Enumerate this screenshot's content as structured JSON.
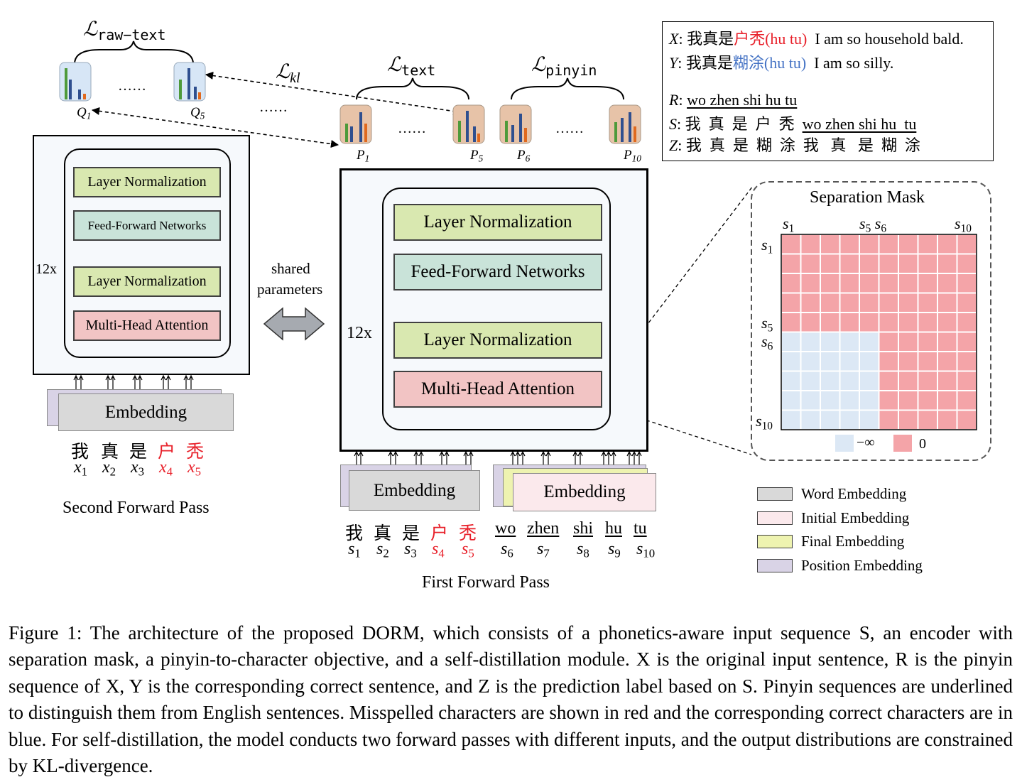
{
  "losses": {
    "raw_text": "raw−text",
    "text": "text",
    "pinyin": "pinyin",
    "kl": "kl",
    "L": "ℒ"
  },
  "dists": {
    "q1": "Q",
    "q1_sub": "1",
    "q5": "Q",
    "q5_sub": "5",
    "p1": "P",
    "p1_sub": "1",
    "p5": "P",
    "p5_sub": "5",
    "p6": "P",
    "p6_sub": "6",
    "p10": "P",
    "p10_sub": "10",
    "ellipsis": "……"
  },
  "second_pass": {
    "layers": [
      "Layer Normalization",
      "Feed-Forward Networks",
      "Layer Normalization",
      "Multi-Head Attention"
    ],
    "repeat": "12x",
    "embedding": "Embedding",
    "chars": [
      "我",
      "真",
      "是",
      "户",
      "秃"
    ],
    "subs": [
      "1",
      "2",
      "3",
      "4",
      "5"
    ],
    "var": "x",
    "title": "Second Forward Pass"
  },
  "shared": {
    "line1": "shared",
    "line2": "parameters"
  },
  "first_pass": {
    "layers": [
      "Layer Normalization",
      "Feed-Forward Networks",
      "Layer Normalization",
      "Multi-Head Attention"
    ],
    "repeat": "12x",
    "embedding_left": "Embedding",
    "embedding_right": "Embedding",
    "chars": [
      "我",
      "真",
      "是",
      "户",
      "秃"
    ],
    "pinyin": [
      "wo",
      "zhen",
      "shi",
      "hu",
      "tu"
    ],
    "subs": [
      "1",
      "2",
      "3",
      "4",
      "5",
      "6",
      "7",
      "8",
      "9",
      "10"
    ],
    "var": "s",
    "title": "First Forward Pass"
  },
  "example": {
    "x_label": "X",
    "x_text_a": ": 我真是",
    "x_text_red": "户秃(hu tu)",
    "x_text_b": "  I am so household bald.",
    "y_label": "Y",
    "y_text_a": ": 我真是",
    "y_text_blue": "糊涂(hu tu)",
    "y_text_b": "  I am so silly.",
    "r_label": "R",
    "r_sep": ": ",
    "r_text": "wo zhen shi hu tu",
    "s_label": "S",
    "s_text_a": ": 我  真  是  户  秃  ",
    "s_text_pinyin": "wo zhen shi hu  tu",
    "z_label": "Z",
    "z_text": ": 我  真  是  糊  涂  我   真   是  糊  涂"
  },
  "mask": {
    "title": "Separation Mask",
    "top_labels": [
      "s1",
      "s5 s6",
      "s10"
    ],
    "left_labels": [
      "s1",
      "s5",
      "s6",
      "s10"
    ],
    "legend_neg": "−∞",
    "legend_zero": "0",
    "color_neg": "#dce8f5",
    "color_zero": "#f4a4a8"
  },
  "legend": [
    {
      "label": "Word Embedding",
      "color": "#d9d9d9"
    },
    {
      "label": "Initial Embedding",
      "color": "#fbe9ec"
    },
    {
      "label": "Final Embedding",
      "color": "#eef3b0"
    },
    {
      "label": "Position Embedding",
      "color": "#d9d3e6"
    }
  ],
  "caption": "Figure 1: The architecture of the proposed DORM, which consists of a phonetics-aware input sequence S, an encoder with separation mask, a pinyin-to-character objective, and a self-distillation module. X is the original input sentence, R is the pinyin sequence of X, Y is the corresponding correct sentence, and Z is the prediction label based on S. Pinyin sequences are underlined to distinguish them from English sentences. Misspelled characters are shown in red and the corresponding correct characters are in blue. For self-distillation, the model conducts two forward passes with different inputs, and the output distributions are constrained by KL-divergence."
}
